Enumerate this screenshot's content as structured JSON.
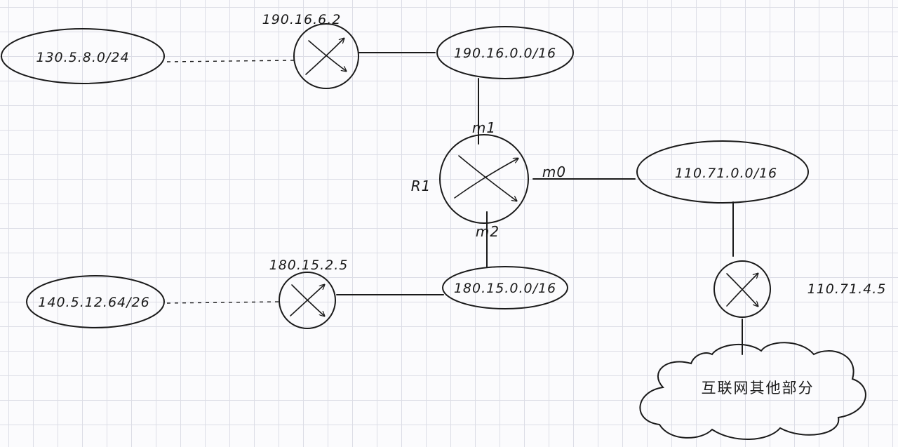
{
  "networks": {
    "net_130": "130.5.8.0/24",
    "net_190": "190.16.0.0/16",
    "net_110": "110.71.0.0/16",
    "net_180": "180.15.0.0/16",
    "net_140": "140.5.12.64/26"
  },
  "routers": {
    "router_top_ip": "190.16.6.2",
    "router_bottom_ip": "180.15.2.5",
    "router_right_ip": "110.71.4.5",
    "r1_name": "R1"
  },
  "interfaces": {
    "m0": "m0",
    "m1": "m1",
    "m2": "m2"
  },
  "cloud": {
    "label": "互联网其他部分"
  }
}
